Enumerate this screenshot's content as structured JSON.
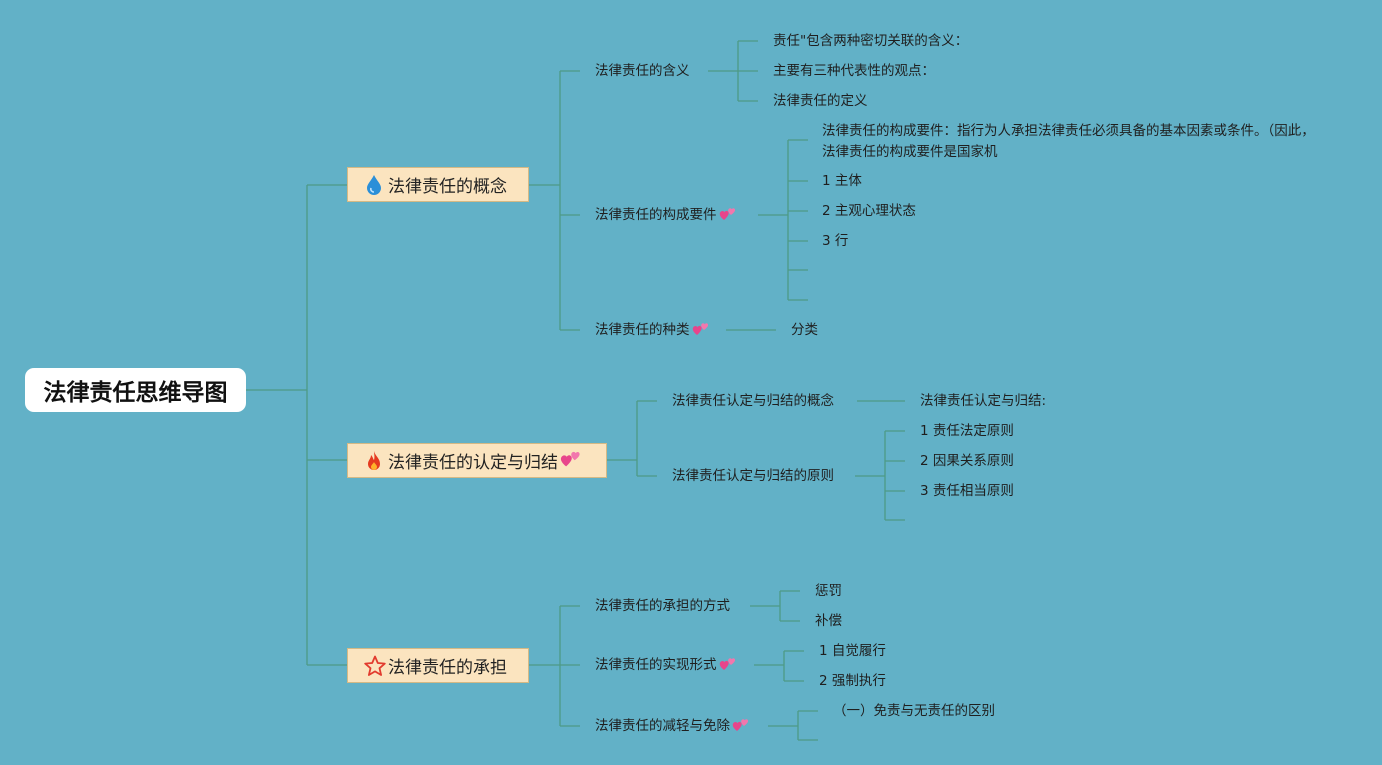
{
  "root": "法律责任思维导图",
  "colors": {
    "background": "#62b1c7",
    "branch_fill": "#fbe4bf",
    "line": "#4e9a86"
  },
  "branches": [
    {
      "label": "法律责任的概念",
      "icon": "droplet-icon",
      "children": [
        {
          "label": "法律责任的含义",
          "children": [
            "责任\"包含两种密切关联的含义：",
            "主要有三种代表性的观点：",
            "法律责任的定义"
          ]
        },
        {
          "label": "法律责任的构成要件",
          "icon": "two-hearts-icon",
          "children": [
            "法律责任的构成要件：指行为人承担法律责任必须具备的基本因素或条件。（因此，法律责任的构成要件是国家机",
            "1   主体",
            "2    主观心理状态",
            "3   行",
            "",
            ""
          ]
        },
        {
          "label": "法律责任的种类",
          "icon": "two-hearts-icon",
          "children": [
            "分类"
          ]
        }
      ]
    },
    {
      "label": "法律责任的认定与归结",
      "icon": "fire-icon",
      "trailing_icon": "two-hearts-icon",
      "children": [
        {
          "label": "法律责任认定与归结的概念",
          "children": [
            "法律责任认定与归结:"
          ]
        },
        {
          "label": "法律责任认定与归结的原则",
          "children": [
            "1   责任法定原则",
            "2   因果关系原则",
            "3   责任相当原则",
            ""
          ]
        }
      ]
    },
    {
      "label": "法律责任的承担",
      "icon": "star-outline-icon",
      "children": [
        {
          "label": "法律责任的承担的方式",
          "children": [
            "惩罚",
            "补偿"
          ]
        },
        {
          "label": "法律责任的实现形式",
          "icon": "two-hearts-icon",
          "children": [
            "1    自觉履行",
            "2   强制执行"
          ]
        },
        {
          "label": "法律责任的减轻与免除",
          "icon": "two-hearts-icon",
          "children": [
            "（一）免责与无责任的区别",
            ""
          ]
        }
      ]
    }
  ]
}
